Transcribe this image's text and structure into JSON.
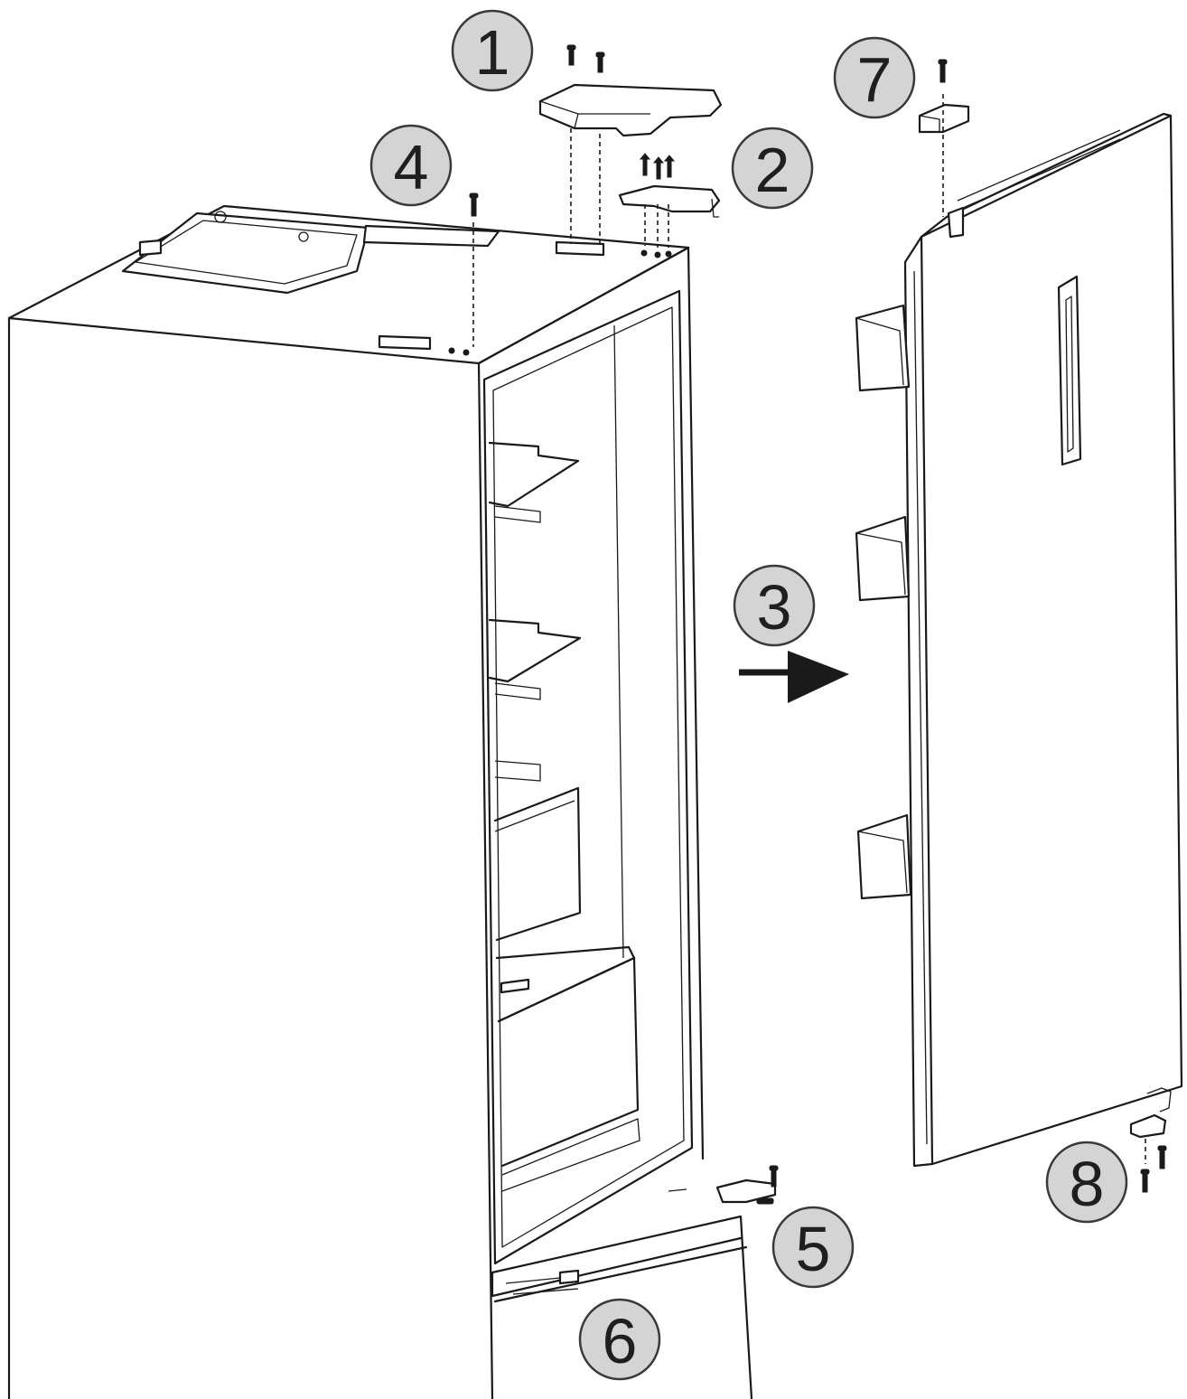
{
  "diagram": {
    "steps": [
      {
        "id": "1",
        "label": "1"
      },
      {
        "id": "2",
        "label": "2"
      },
      {
        "id": "3",
        "label": "3"
      },
      {
        "id": "4",
        "label": "4"
      },
      {
        "id": "5",
        "label": "5"
      },
      {
        "id": "6",
        "label": "6"
      },
      {
        "id": "7",
        "label": "7"
      },
      {
        "id": "8",
        "label": "8"
      }
    ],
    "colors": {
      "line": "#1a1a1a",
      "badge_fill": "#d4d4d4",
      "badge_stroke": "#3a3a3a",
      "background": "#ffffff"
    }
  }
}
